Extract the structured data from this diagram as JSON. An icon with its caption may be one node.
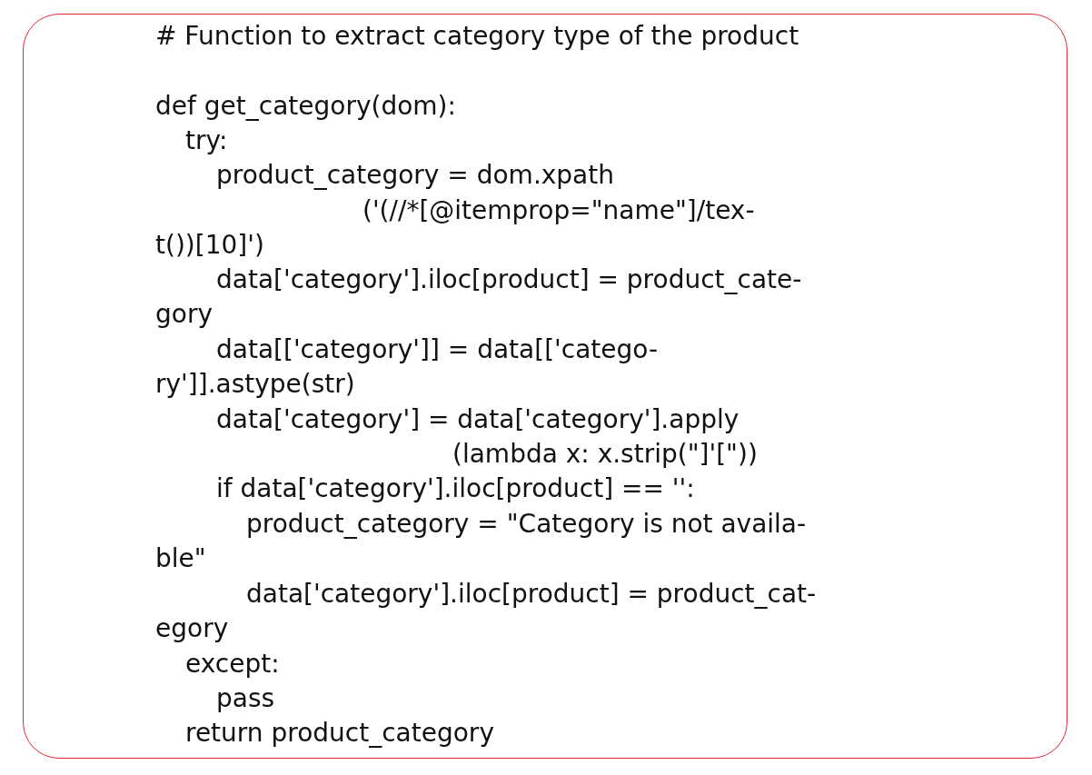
{
  "diagram": {
    "nodes": [
      {
        "text": [
          "# Function to extract category type of the product",
          "def get_category(dom):",
          "try:",
          "product_category = dom.xpath",
          "('(//*[@itemprop=\"name\"]/tex-",
          "t())[10]')",
          "data['category'].iloc[product] = product_cate-",
          "gory",
          "data[['category']] = data[['catego-",
          "ry']].astype(str)",
          "data['category'] = data['category'].apply",
          "(lambda x: x.strip(\"]'[\"))",
          "if data['category'].iloc[product] == '':",
          "product_category = \"Category is not availa-",
          "ble\"",
          "data['category'].iloc[product] = product_cat-",
          "egory",
          "except:",
          "pass",
          "return product_category"
        ]
      }
    ]
  }
}
